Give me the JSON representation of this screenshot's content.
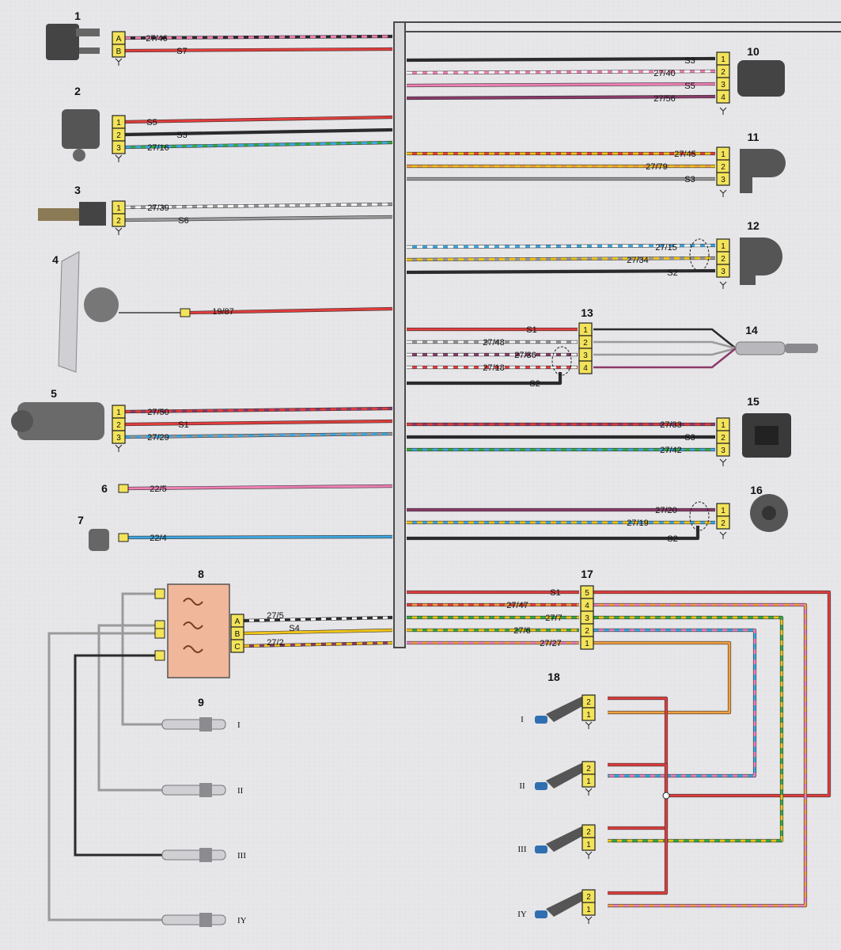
{
  "colors": {
    "bg": "#e9e8ea",
    "frame": "#4a4a4a",
    "red": "#e23c3c",
    "black": "#2a2a2a",
    "gray": "#9a9a9a",
    "pink": "#ee7fb3",
    "green": "#39a845",
    "blue": "#3ea6e0",
    "yellow": "#f0c419",
    "orange": "#f0a040",
    "violet": "#8a3a6a",
    "white": "#ffffff",
    "connector": "#f2e35a"
  },
  "labels": {
    "c1": {
      "num": "1",
      "pins": [
        "A",
        "B"
      ],
      "wires": [
        "27/46",
        "S7"
      ]
    },
    "c2": {
      "num": "2",
      "pins": [
        "1",
        "2",
        "3"
      ],
      "wires": [
        "S5",
        "S3",
        "27/16"
      ]
    },
    "c3": {
      "num": "3",
      "pins": [
        "1",
        "2"
      ],
      "wires": [
        "27/39",
        "S6"
      ]
    },
    "c4": {
      "num": "4",
      "wires": [
        "19/87"
      ]
    },
    "c5": {
      "num": "5",
      "pins": [
        "1",
        "2",
        "3"
      ],
      "wires": [
        "27/50",
        "S1",
        "27/29"
      ]
    },
    "c6": {
      "num": "6",
      "wires": [
        "22/5"
      ]
    },
    "c7": {
      "num": "7",
      "wires": [
        "22/4"
      ]
    },
    "c8": {
      "num": "8",
      "pins": [
        "A",
        "B",
        "C"
      ],
      "wires": [
        "27/5",
        "S4",
        "27/2"
      ]
    },
    "c9": {
      "num": "9",
      "cyl": [
        "I",
        "II",
        "III",
        "IY"
      ]
    },
    "c10": {
      "num": "10",
      "pins": [
        "1",
        "2",
        "3",
        "4"
      ],
      "wires": [
        "S3",
        "27/40",
        "S5",
        "27/56"
      ]
    },
    "c11": {
      "num": "11",
      "pins": [
        "1",
        "2",
        "3"
      ],
      "wires": [
        "27/45",
        "27/79",
        "S3"
      ]
    },
    "c12": {
      "num": "12",
      "pins": [
        "1",
        "2",
        "3"
      ],
      "wires": [
        "27/15",
        "27/34",
        "S2"
      ]
    },
    "c13": {
      "num": "13",
      "pins": [
        "1",
        "2",
        "3",
        "4"
      ],
      "wires": [
        "S1",
        "27/48",
        "27/36",
        "27/18",
        "S2"
      ]
    },
    "c14": {
      "num": "14"
    },
    "c15": {
      "num": "15",
      "pins": [
        "1",
        "2",
        "3"
      ],
      "wires": [
        "27/33",
        "S3",
        "27/42"
      ]
    },
    "c16": {
      "num": "16",
      "pins": [
        "1",
        "2"
      ],
      "wires": [
        "27/20",
        "27/19",
        "S2"
      ]
    },
    "c17": {
      "num": "17",
      "pins": [
        "5",
        "4",
        "3",
        "2",
        "1"
      ],
      "wires": [
        "S1",
        "27/47",
        "27/7",
        "27/6",
        "27/27"
      ]
    },
    "c18": {
      "num": "18",
      "pins": [
        "2",
        "1"
      ],
      "cyl": [
        "I",
        "II",
        "III",
        "IY"
      ]
    }
  }
}
